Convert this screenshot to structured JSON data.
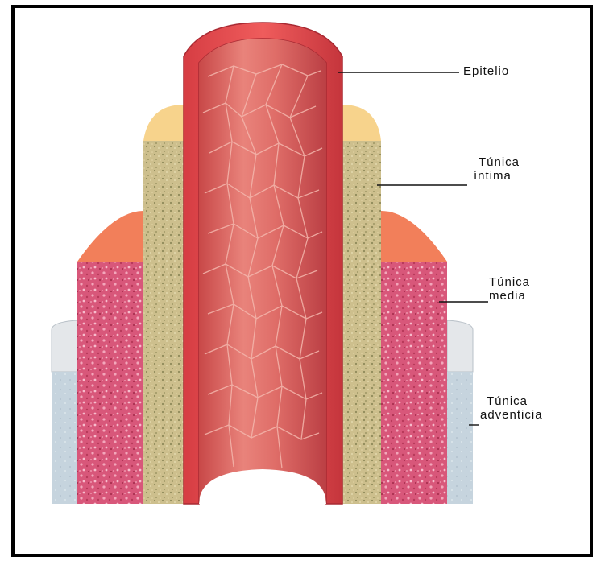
{
  "figure": {
    "labels": [
      {
        "id": "epitelio",
        "lines": [
          "Epitelio"
        ]
      },
      {
        "id": "intima",
        "lines": [
          "Túnica",
          "íntima"
        ]
      },
      {
        "id": "media",
        "lines": [
          "Túnica",
          "media"
        ]
      },
      {
        "id": "adventicia",
        "lines": [
          "Túnica",
          "adventicia"
        ]
      }
    ]
  },
  "colors": {
    "adventicia_fill": "#c5d3dc",
    "adventicia_cap": "#e3e6ea",
    "media_fill": "#d64f70",
    "media_cap": "#f07c58",
    "intima_fill": "#cfc18f",
    "intima_cap": "#f6d28c",
    "epitelio_fill": "#e2484b",
    "vessel_fill": "#cf5a5a",
    "vessel_highlight": "#ee9b90"
  }
}
